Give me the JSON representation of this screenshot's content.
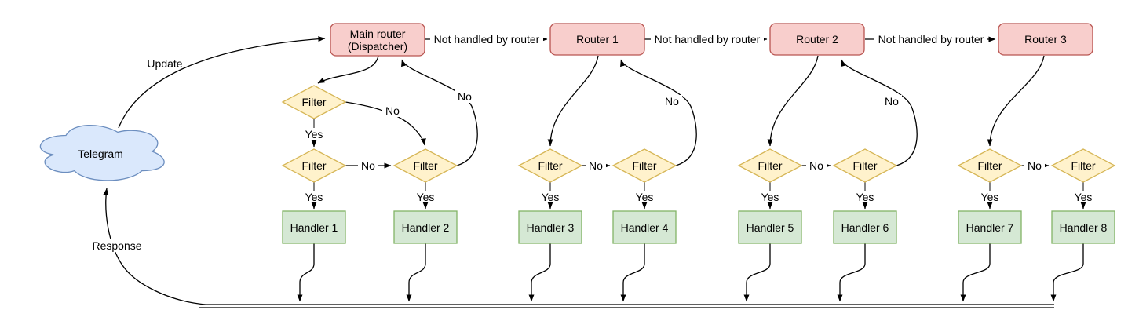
{
  "colors": {
    "background": "#ffffff",
    "edge": "#000000",
    "edge_stub": "#666666",
    "router_fill": "#f8cecc",
    "router_stroke": "#b85450",
    "filter_fill": "#fff2cc",
    "filter_stroke": "#d6b656",
    "handler_fill": "#d5e8d4",
    "handler_stroke": "#82b366",
    "cloud_fill": "#dae8fc",
    "cloud_stroke": "#6c8ebf"
  },
  "nodes": {
    "telegram": "Telegram",
    "dispatcher_line1": "Main router",
    "dispatcher_line2": "(Dispatcher)",
    "routers": [
      "Router 1",
      "Router 2",
      "Router 3"
    ],
    "filter_label": "Filter",
    "handlers": [
      "Handler 1",
      "Handler 2",
      "Handler 3",
      "Handler 4",
      "Handler 5",
      "Handler 6",
      "Handler 7",
      "Handler 8"
    ]
  },
  "edge_labels": {
    "update": "Update",
    "response": "Response",
    "not_handled": "Not handled by router",
    "yes": "Yes",
    "no": "No"
  }
}
